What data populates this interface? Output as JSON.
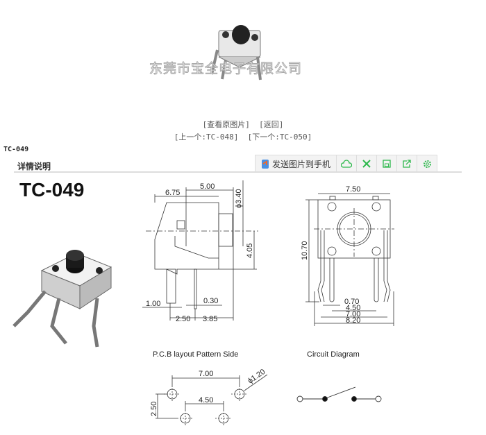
{
  "preview": {
    "watermark": "东莞市宝全电子有限公司"
  },
  "links": {
    "view_original": "[查看原图片]",
    "back": "[返回]",
    "prev": "[上一个:TC-048]",
    "next": "[下一个:TC-050]"
  },
  "product_code": "TC-049",
  "section": {
    "title": "详情说明"
  },
  "toolbar": {
    "send_to_phone": "发送图片到手机",
    "icons": [
      "cloud-icon",
      "fullscreen-icon",
      "save-icon",
      "share-icon",
      "settings-icon"
    ],
    "accent": "#2db84c"
  },
  "drawing": {
    "title": "TC-049",
    "side_view": {
      "d675": "6.75",
      "d500": "5.00",
      "d340": "ϕ3.40",
      "d405": "4.05",
      "d100": "1.00",
      "d030": "0.30",
      "d250": "2.50",
      "d385": "3.85"
    },
    "front_view": {
      "d750": "7.50",
      "d1070": "10.70",
      "d070": "0.70",
      "d450": "4.50",
      "d700": "7.00",
      "d820": "8.20"
    },
    "pcb": {
      "title": "P.C.B  layout  Pattern  Side",
      "d700": "7.00",
      "d450": "4.50",
      "d250": "2.50",
      "d120": "ϕ1.20"
    },
    "circuit": {
      "title": "Circuit  Diagram"
    }
  }
}
